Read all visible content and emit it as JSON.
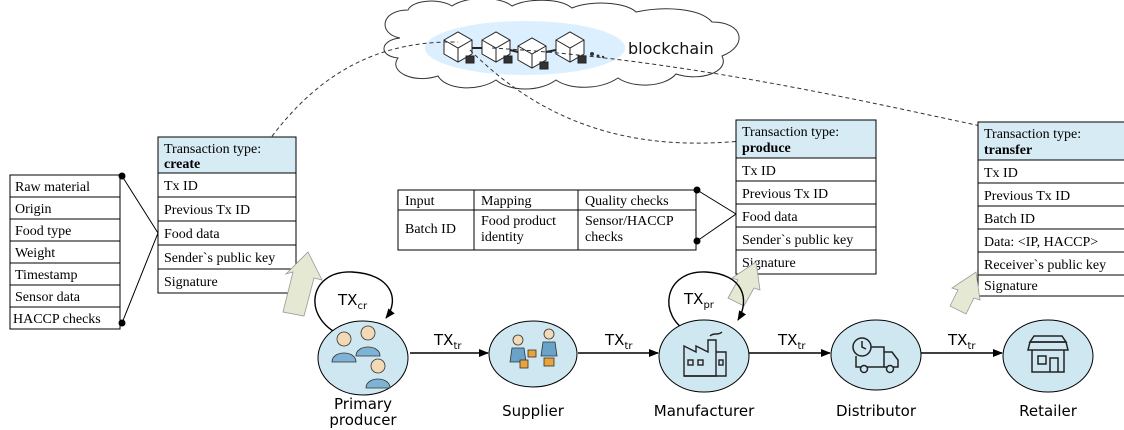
{
  "cloud": {
    "label": "blockchain"
  },
  "create_table": {
    "header_line1": "Transaction type:",
    "header_line2": "create",
    "rows": [
      "Tx ID",
      "Previous Tx ID",
      "Food data",
      "Sender`s public key",
      "Signature"
    ]
  },
  "produce_table": {
    "header_line1": "Transaction type:",
    "header_line2": "produce",
    "rows": [
      "Tx ID",
      "Previous Tx ID",
      "Food data",
      "Sender`s public key",
      "Signature"
    ]
  },
  "transfer_table": {
    "header_line1": "Transaction type:",
    "header_line2": "transfer",
    "rows": [
      "Tx ID",
      "Previous Tx ID",
      "Batch ID",
      "Data: <IP, HACCP>",
      "Receiver`s public key",
      "Signature"
    ]
  },
  "food_data_list": [
    "Raw material",
    "Origin",
    "Food type",
    "Weight",
    "Timestamp",
    "Sensor data",
    "HACCP checks"
  ],
  "mapping_table": {
    "headers": [
      "Input",
      "Mapping",
      "Quality checks"
    ],
    "row": [
      "Batch ID",
      "Food product identity",
      "Sensor/HACCP checks"
    ],
    "row_lines": {
      "mapping_line1": "Food product",
      "mapping_line2": "identity",
      "checks_line1": "Sensor/HACCP",
      "checks_line2": "checks"
    }
  },
  "nodes": [
    {
      "label_line1": "Primary",
      "label_line2": "producer",
      "icon": "people-icon"
    },
    {
      "label_line1": "Supplier",
      "label_line2": "",
      "icon": "handover-icon"
    },
    {
      "label_line1": "Manufacturer",
      "label_line2": "",
      "icon": "factory-icon"
    },
    {
      "label_line1": "Distributor",
      "label_line2": "",
      "icon": "truck-icon"
    },
    {
      "label_line1": "Retailer",
      "label_line2": "",
      "icon": "store-icon"
    }
  ],
  "tx_labels": {
    "create": {
      "base": "TX",
      "sub": "cr"
    },
    "produce": {
      "base": "TX",
      "sub": "pr"
    },
    "transfer": {
      "base": "TX",
      "sub": "tr"
    }
  },
  "colors": {
    "node_fill": "#cfe7f1",
    "header_fill": "#d6ebf3",
    "cloud_fill": "#dcefff",
    "block_arrow": "#e5e8d3",
    "line": "#000000"
  }
}
